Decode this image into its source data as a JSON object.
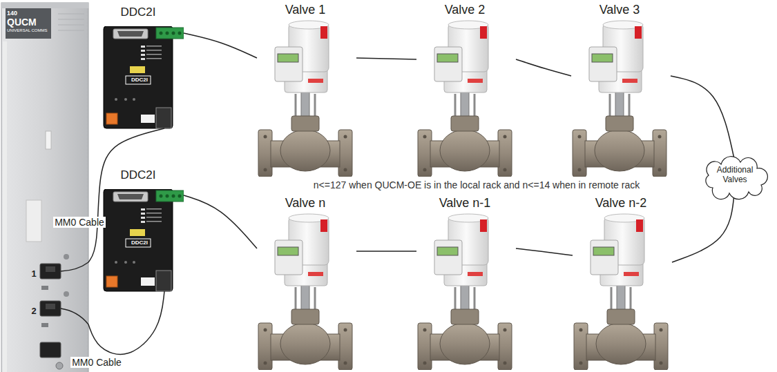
{
  "diagram": {
    "nodes": [
      {
        "text": [
          "140",
          "QUCM",
          "UNIVERSAL COMMS",
          "1",
          "2"
        ]
      },
      {
        "text": [
          "DDC2I",
          "DDC2I"
        ]
      },
      {
        "text": [
          "Valve 1"
        ]
      },
      {
        "text": [
          "Valve 2"
        ]
      },
      {
        "text": [
          "Valve 3"
        ]
      },
      {
        "text": [
          "Additional Valves"
        ]
      },
      {
        "text": [
          "Valve n-2"
        ]
      },
      {
        "text": [
          "Valve n-1"
        ]
      },
      {
        "text": [
          "Valve n"
        ]
      },
      {
        "text": [
          "DDC2I",
          "DDC2I"
        ]
      }
    ],
    "edges": [
      {
        "from": 0,
        "to": 1,
        "label": "MM0 Cable",
        "arrow": "none"
      },
      {
        "from": 0,
        "to": 9,
        "label": "MM0 Cable",
        "arrow": "none"
      },
      {
        "from": 1,
        "to": 2,
        "arrow": "none"
      },
      {
        "from": 2,
        "to": 3,
        "arrow": "none"
      },
      {
        "from": 3,
        "to": 4,
        "arrow": "none"
      },
      {
        "from": 4,
        "to": 5,
        "arrow": "none"
      },
      {
        "from": 5,
        "to": 6,
        "arrow": "none"
      },
      {
        "from": 6,
        "to": 7,
        "arrow": "none"
      },
      {
        "from": 7,
        "to": 8,
        "arrow": "none"
      },
      {
        "from": 8,
        "to": 9,
        "arrow": "none"
      }
    ],
    "labels": [
      "n<=127 when QUCM-OE is in the local rack and n<=14 when in remote rack"
    ]
  }
}
